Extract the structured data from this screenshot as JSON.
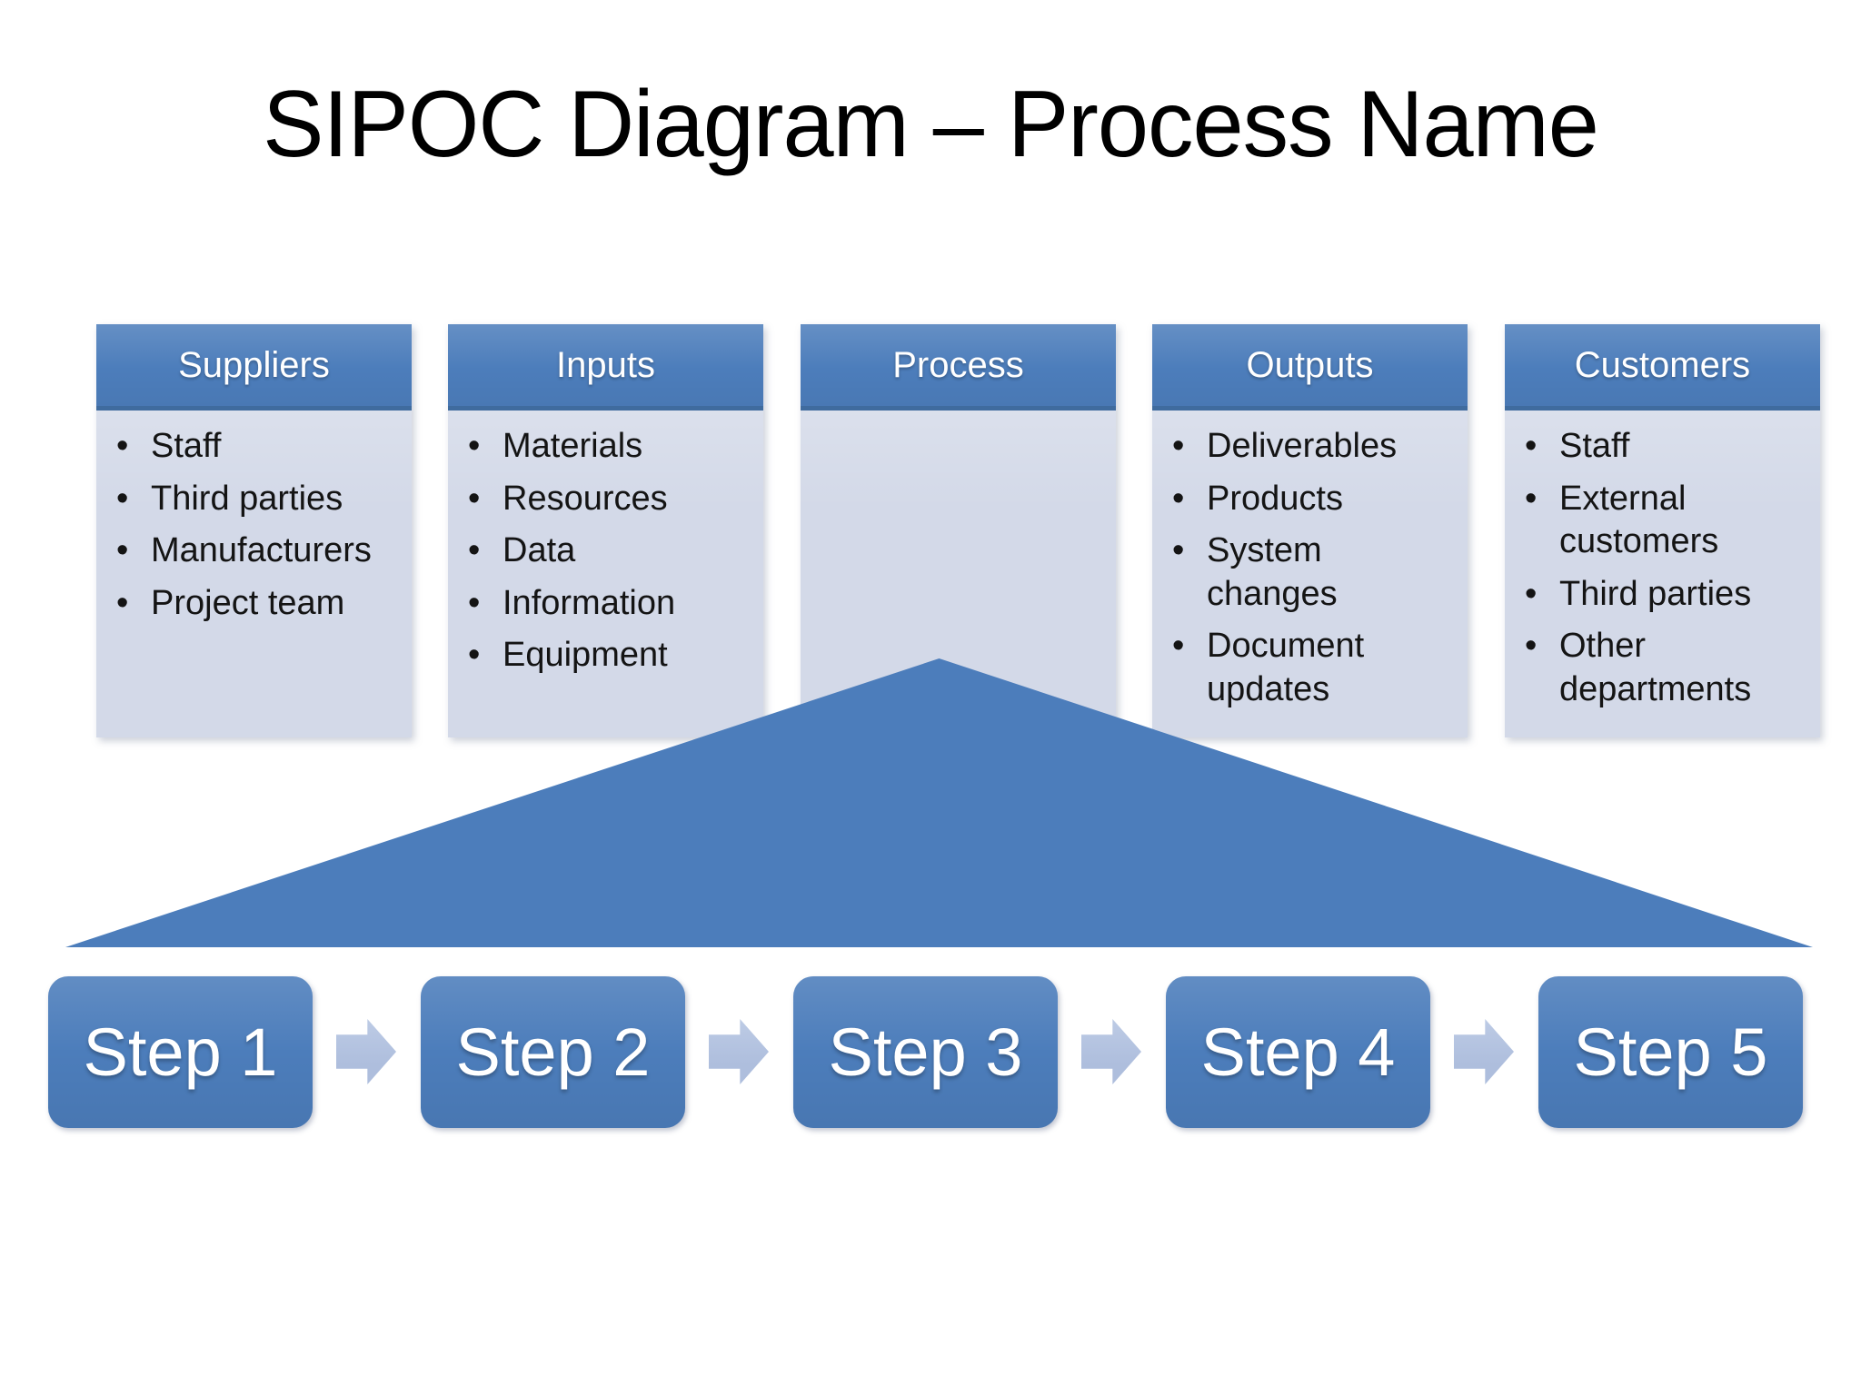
{
  "title": "SIPOC Diagram – Process Name",
  "bullet_char": "•",
  "colors": {
    "accent_blue": "#4C7DBB",
    "accent_blue_dark": "#3F6B9E",
    "panel_blue": "#D3D9E8",
    "arrow_blue": "#AEBEDD",
    "title_text": "#000000",
    "header_text": "#FFFFFF",
    "body_text": "#141414",
    "background": "#FFFFFF"
  },
  "columns": [
    {
      "header": "Suppliers",
      "items": [
        "Staff",
        "Third parties",
        "Manufacturers",
        "Project team"
      ]
    },
    {
      "header": "Inputs",
      "items": [
        "Materials",
        "Resources",
        "Data",
        "Information",
        "Equipment"
      ]
    },
    {
      "header": "Process",
      "items": []
    },
    {
      "header": "Outputs",
      "items": [
        "Deliverables",
        "Products",
        "System changes",
        "Document updates"
      ]
    },
    {
      "header": "Customers",
      "items": [
        "Staff",
        "External customers",
        "Third parties",
        "Other departments"
      ]
    }
  ],
  "steps": [
    {
      "label": "Step 1"
    },
    {
      "label": "Step 2"
    },
    {
      "label": "Step 3"
    },
    {
      "label": "Step 4"
    },
    {
      "label": "Step 5"
    }
  ]
}
